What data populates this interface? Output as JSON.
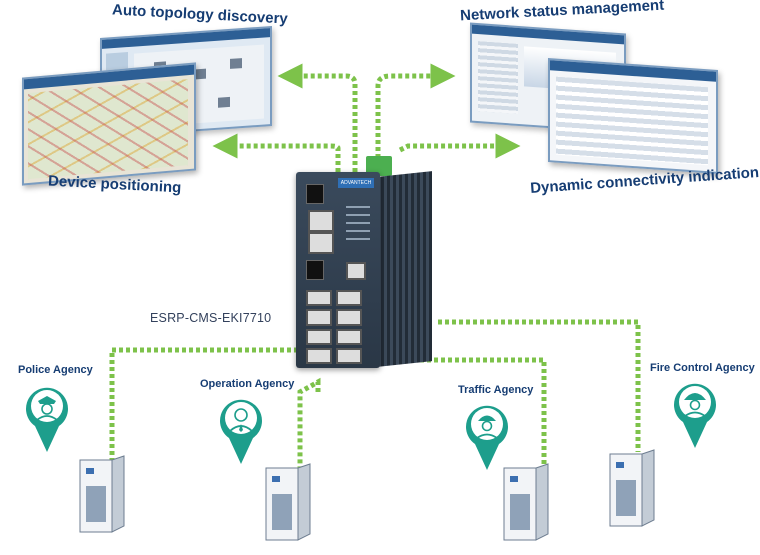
{
  "titles": {
    "auto_topology": "Auto topology discovery",
    "network_status": "Network status management",
    "device_positioning": "Device positioning",
    "dynamic_connectivity": "Dynamic connectivity indication"
  },
  "model": "ESRP-CMS-EKI7710",
  "device_brand": "ADVANTECH",
  "agencies": [
    {
      "label": "Police Agency",
      "icon": "police-officer-icon"
    },
    {
      "label": "Operation Agency",
      "icon": "operator-icon"
    },
    {
      "label": "Traffic Agency",
      "icon": "construction-worker-icon"
    },
    {
      "label": "Fire Control Agency",
      "icon": "firefighter-icon"
    }
  ],
  "colors": {
    "accent_green": "#7dc24a",
    "pin_teal": "#1d9e8c",
    "title_blue": "#163d73",
    "switch_body": "#2f3d4f"
  }
}
